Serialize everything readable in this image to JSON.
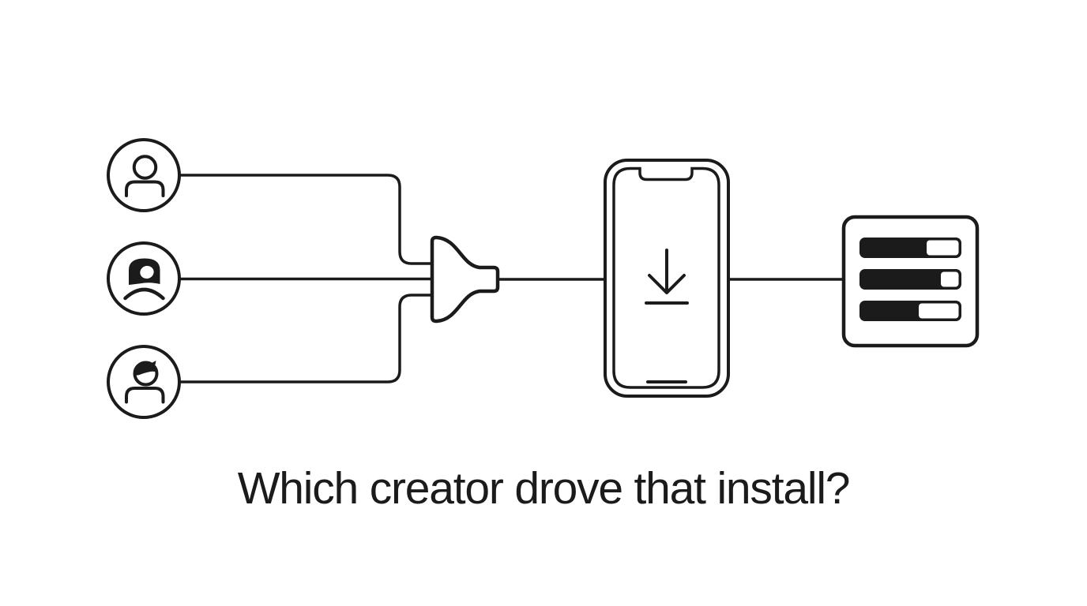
{
  "page": {
    "background": "#ffffff",
    "ink": "#1b1b1b"
  },
  "caption": {
    "text": "Which creator drove that install?"
  },
  "diagram": {
    "creator_avatars": [
      {
        "icon": "person-plain-icon"
      },
      {
        "icon": "person-long-hair-icon"
      },
      {
        "icon": "person-short-hair-icon"
      }
    ],
    "funnel": {
      "icon": "funnel-icon"
    },
    "phone": {
      "screen_icon": "download-icon"
    },
    "analytics": {
      "type": "bar",
      "bars": [
        {
          "fill_pct": 66
        },
        {
          "fill_pct": 80
        },
        {
          "fill_pct": 58
        }
      ]
    }
  }
}
